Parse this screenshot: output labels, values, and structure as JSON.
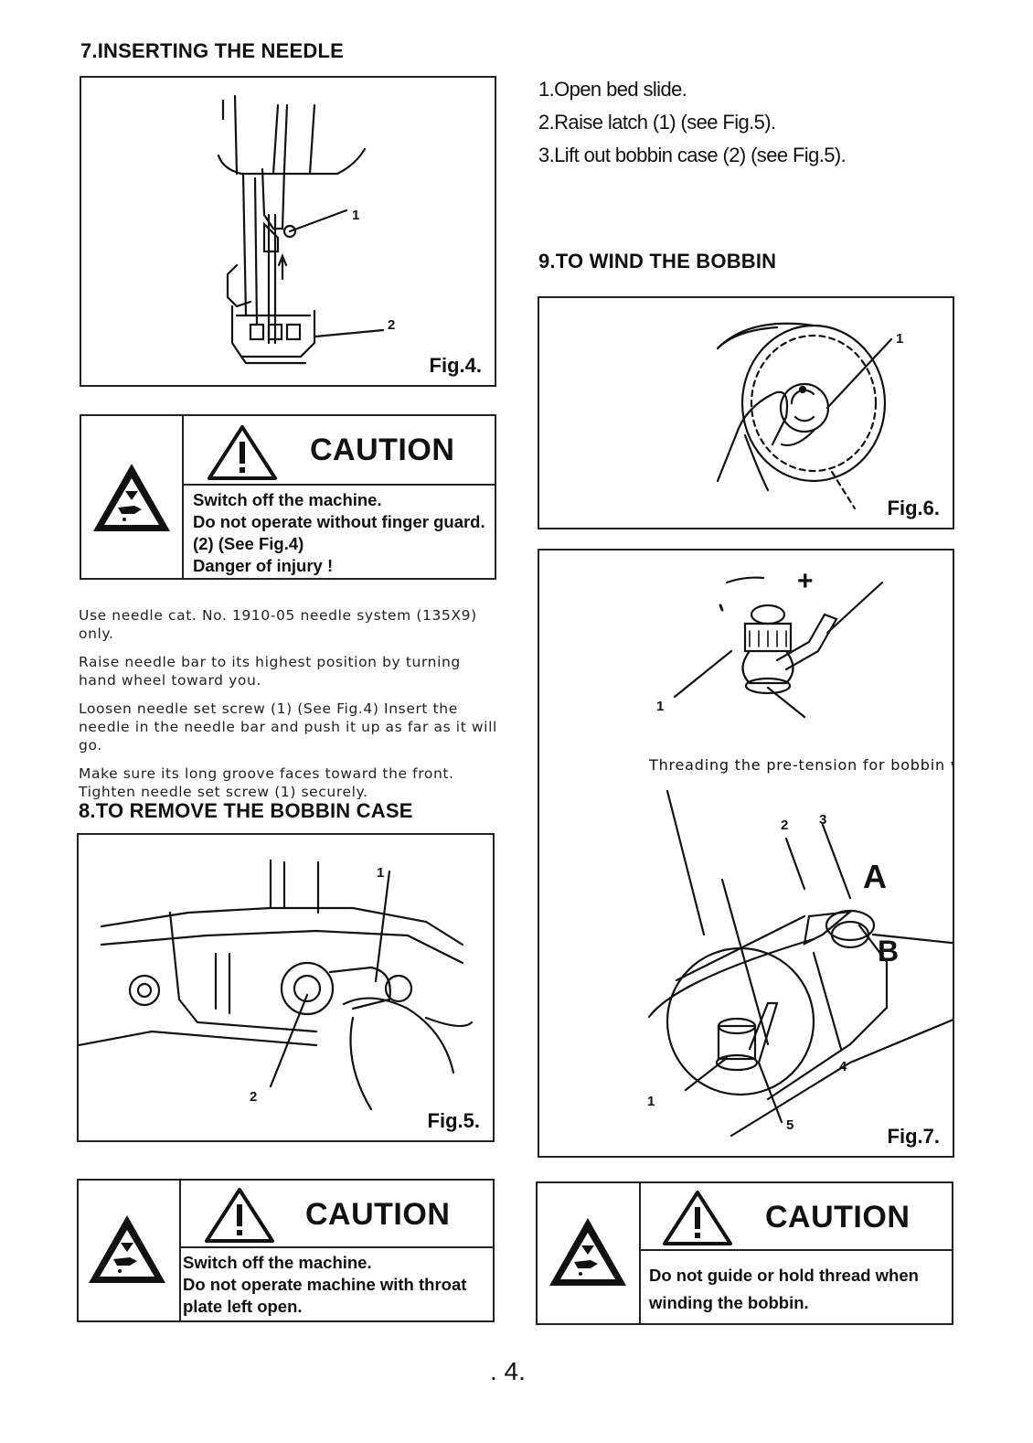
{
  "section7": {
    "heading": "7.INSERTING THE NEEDLE",
    "fig_label": "Fig.4.",
    "callouts": [
      "1",
      "2"
    ],
    "caution": {
      "title": "CAUTION",
      "lines": [
        "Switch off the machine.",
        "Do not operate without finger guard.",
        "(2) (See Fig.4)",
        "Danger of injury !"
      ]
    },
    "paragraphs": [
      "Use needle cat. No. 1910-05 needle system (135X9) only.",
      "Raise needle bar to its highest position by turning hand wheel toward you.",
      "Loosen needle set screw (1) (See Fig.4) Insert the needle in the needle bar and push it up as far as it will go.",
      "Make sure its long groove faces toward the front. Tighten needle set screw (1) securely."
    ]
  },
  "section8": {
    "heading": "8.TO REMOVE THE BOBBIN CASE",
    "fig_label": "Fig.5.",
    "callouts": [
      "1",
      "2"
    ],
    "steps": [
      "1.Open bed slide.",
      "2.Raise latch (1) (see Fig.5).",
      "3.Lift out bobbin case (2) (see Fig.5)."
    ],
    "caution": {
      "title": "CAUTION",
      "lines": [
        "Switch off the machine.",
        "Do not operate machine with throat",
        "plate left open."
      ]
    }
  },
  "section9": {
    "heading": "9.TO WIND THE BOBBIN",
    "fig6_label": "Fig.6.",
    "fig6_callout": "1",
    "fig7_caption": "Threading the pre-tension for bobbin winding",
    "fig7_label": "Fig.7.",
    "fig7_plus": "+",
    "fig7_callouts": [
      "1",
      "1",
      "2",
      "3",
      "4",
      "5",
      "A",
      "B"
    ],
    "caution": {
      "title": "CAUTION",
      "lines": [
        "Do not guide or hold thread when",
        "winding the bobbin."
      ]
    }
  },
  "page_number": ". 4."
}
